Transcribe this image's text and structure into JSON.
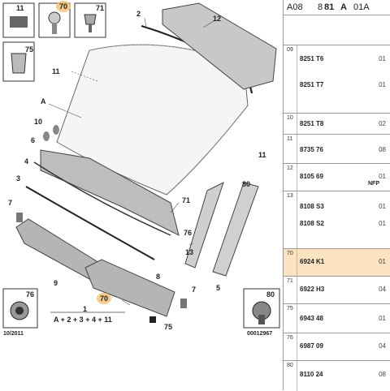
{
  "header": {
    "part_a": "A08",
    "part_b": "8",
    "part_c": "81",
    "part_d": "A",
    "part_e": "01A"
  },
  "callouts": {
    "c11": "11",
    "c70": "70",
    "c71": "71",
    "c2": "2",
    "c12": "12",
    "c75": "75",
    "c11b": "11",
    "cA": "A",
    "c10": "10",
    "c6": "6",
    "c11c": "11",
    "c4": "4",
    "c3": "3",
    "c7": "7",
    "c71b": "71",
    "c80": "80",
    "c76": "76",
    "c13": "13",
    "c9": "9",
    "c8": "8",
    "c5": "5",
    "c1": "1",
    "c70b": "70",
    "c7b": "7",
    "c75b": "75",
    "c76box": "76",
    "c80box": "80"
  },
  "formula": "A + 2 + 3 + 4 + 11",
  "footer": {
    "date": "10/2011",
    "code": "00012967"
  },
  "groups": [
    {
      "num": "09",
      "refs": [
        {
          "ref": "8251 T6",
          "qty": "01"
        },
        {
          "ref": "8251 T7",
          "qty": "01"
        }
      ]
    },
    {
      "num": "10",
      "refs": [
        {
          "ref": "8251 T8",
          "qty": "02"
        }
      ]
    },
    {
      "num": "11",
      "refs": [
        {
          "ref": "8735 76",
          "qty": "08"
        }
      ]
    },
    {
      "num": "12",
      "refs": [
        {
          "ref": "8105 69",
          "qty": "01",
          "note": "NFP"
        }
      ]
    },
    {
      "num": "13",
      "refs": [
        {
          "ref": "8108 S3",
          "qty": "01"
        },
        {
          "ref": "8108 S2",
          "qty": "01"
        }
      ]
    },
    {
      "num": "70",
      "refs": [
        {
          "ref": "6924 K1",
          "qty": "01"
        }
      ],
      "highlight": true
    },
    {
      "num": "71",
      "refs": [
        {
          "ref": "6922 H3",
          "qty": "04"
        }
      ]
    },
    {
      "num": "75",
      "refs": [
        {
          "ref": "6943 48",
          "qty": "01"
        }
      ]
    },
    {
      "num": "76",
      "refs": [
        {
          "ref": "6987 09",
          "qty": "04"
        }
      ]
    },
    {
      "num": "80",
      "refs": [
        {
          "ref": "8110 24",
          "qty": "08"
        }
      ]
    }
  ]
}
